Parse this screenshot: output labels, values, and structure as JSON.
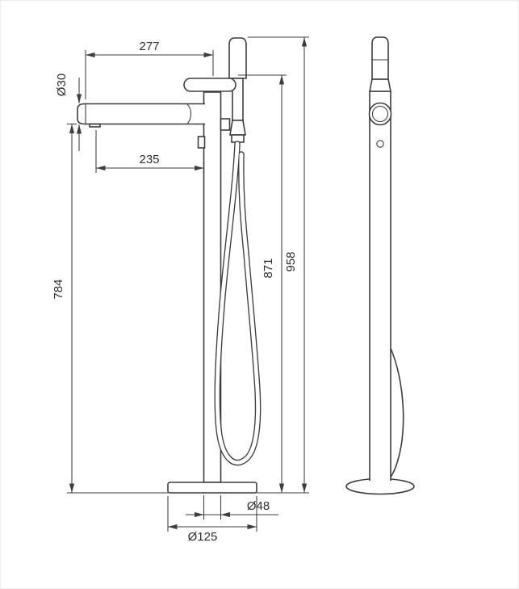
{
  "drawing": {
    "line_color": "#3d3d3d",
    "background": "#ffffff",
    "dimensions": {
      "spout_reach": "277",
      "spout_diameter": "Ø30",
      "spout_projection": "235",
      "spout_height": "784",
      "handle_height": "871",
      "total_height": "958",
      "column_diameter": "Ø48",
      "base_diameter": "Ø125"
    }
  }
}
